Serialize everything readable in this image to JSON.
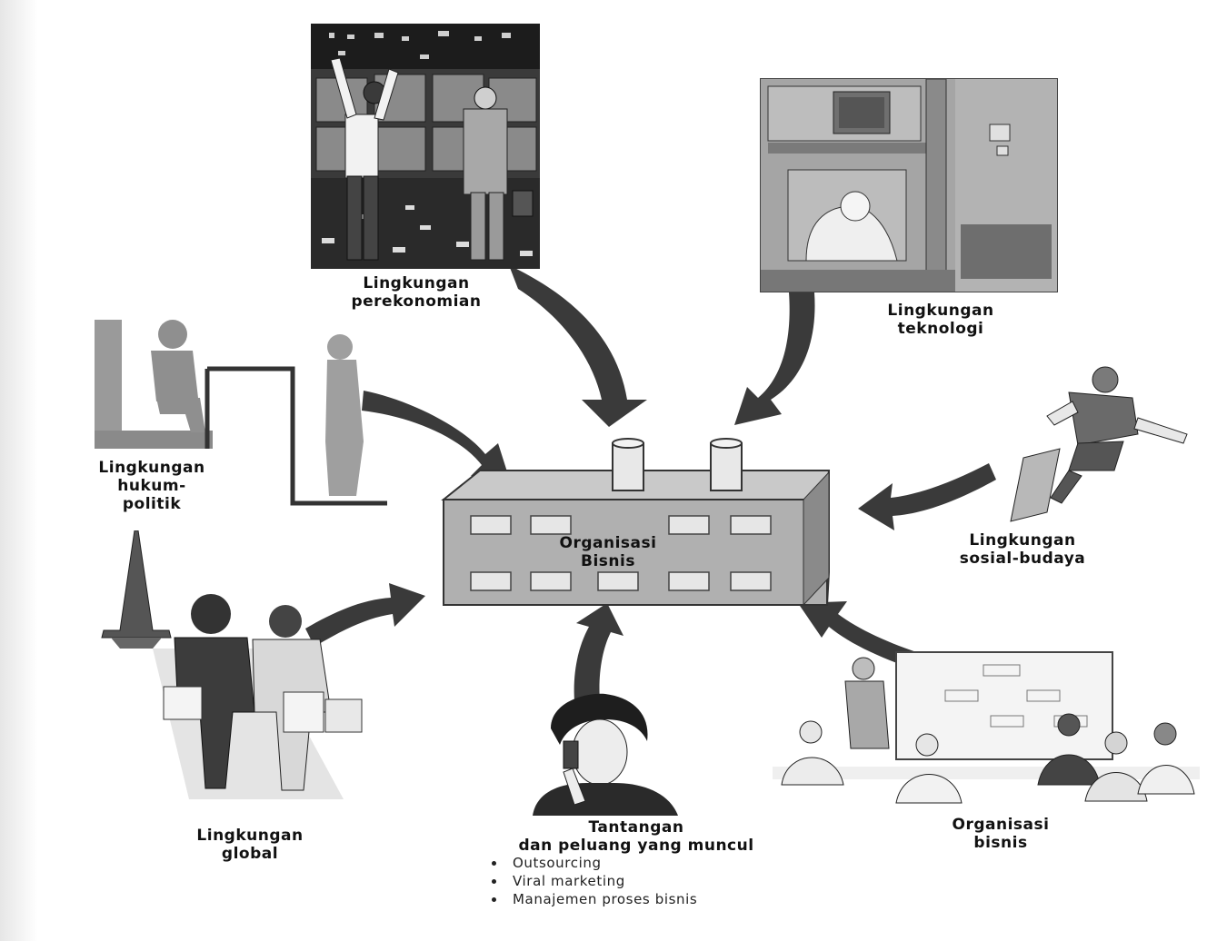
{
  "center": {
    "line1": "Organisasi",
    "line2": "Bisnis"
  },
  "economy": {
    "line1": "Lingkungan",
    "line2": "perekonomian"
  },
  "technology": {
    "line1": "Lingkungan",
    "line2": "teknologi"
  },
  "legal": {
    "line1": "Lingkungan",
    "line2": "hukum-",
    "line3": "politik"
  },
  "social": {
    "line1": "Lingkungan",
    "line2": "sosial-budaya"
  },
  "global": {
    "line1": "Lingkungan",
    "line2": "global"
  },
  "challenges": {
    "line1": "Tantangan",
    "line2": "dan peluang yang muncul",
    "items": [
      "Outsourcing",
      "Viral marketing",
      "Manajemen proses bisnis"
    ]
  },
  "organization": {
    "line1": "Organisasi",
    "line2": "bisnis"
  }
}
